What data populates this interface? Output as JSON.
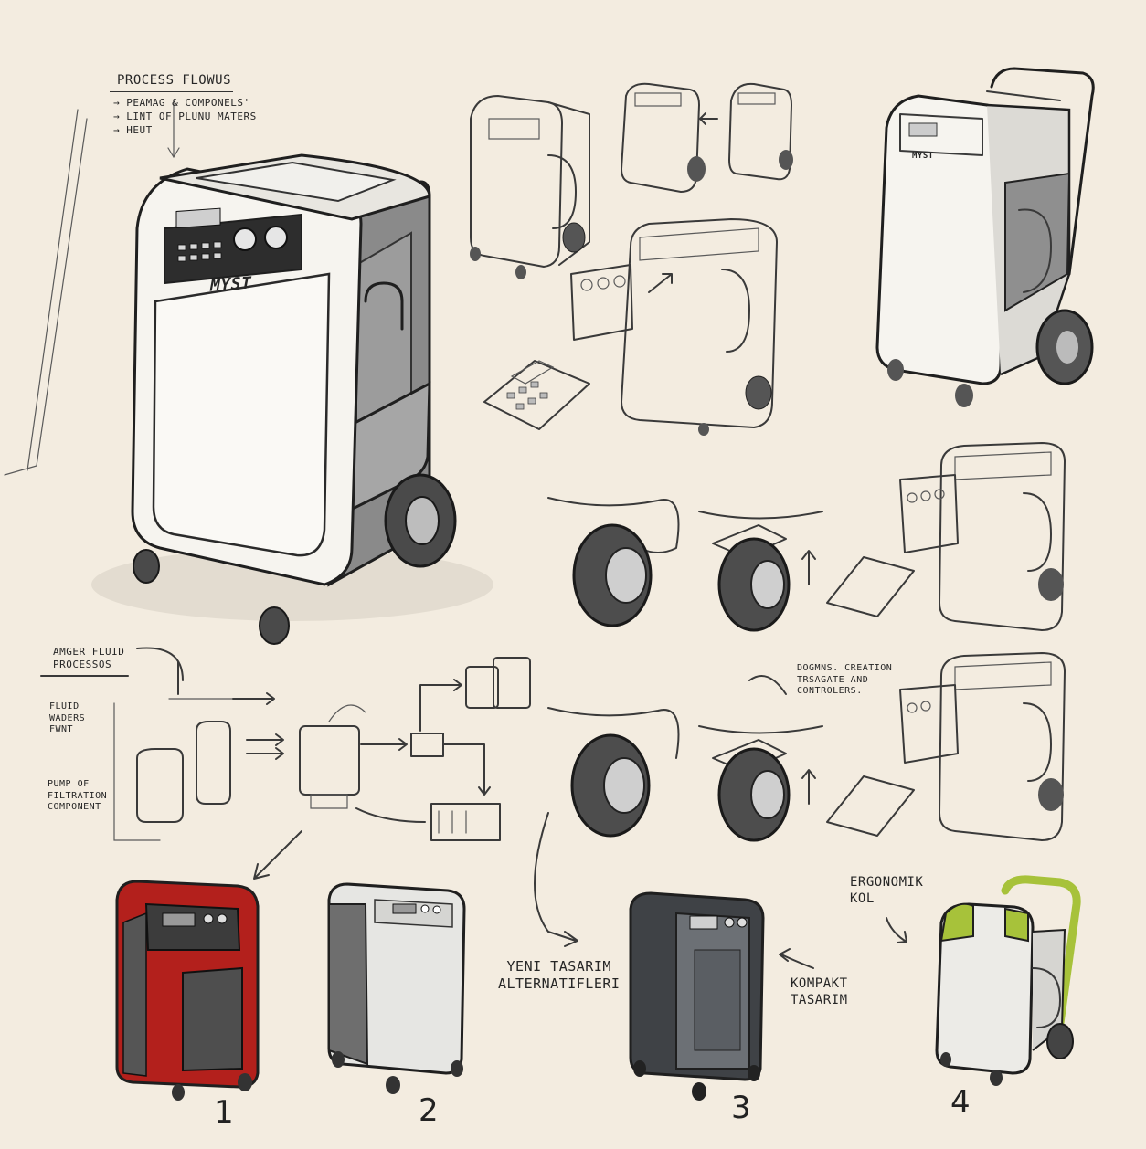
{
  "colors": {
    "paper": "#f3ece0",
    "ink": "#2a2a2a",
    "concept_red": "#b3201c",
    "concept_lime": "#a7c23a",
    "body_white": "#f6f4ef",
    "panel_grey": "#8f8f8f"
  },
  "notes": {
    "process_title": "Process Flowus",
    "process_items": [
      "→ Peamag & componels'",
      "→ Lint of plunu maters",
      "→ Heut"
    ],
    "amger": "Amger fluid\nProcessos",
    "fluid": "Fluid\nwaders\nFwnt",
    "pump": "Pump of\nfiltration\ncomponent",
    "dogmns": "Dogmns. creation\nTrsagate and\ncontrolers.",
    "yeni": "Yeni tasarim\nalternatifleri",
    "kompakt": "Kompakt\ntasarim",
    "ergonomik": "Ergonomik\nkol"
  },
  "brand": {
    "logo": "MYST",
    "logo_small": "MYST"
  },
  "concepts": [
    {
      "number": "1",
      "color": "red"
    },
    {
      "number": "2",
      "color": "light-grey"
    },
    {
      "number": "3",
      "color": "dark-grey"
    },
    {
      "number": "4",
      "color": "lime"
    }
  ]
}
